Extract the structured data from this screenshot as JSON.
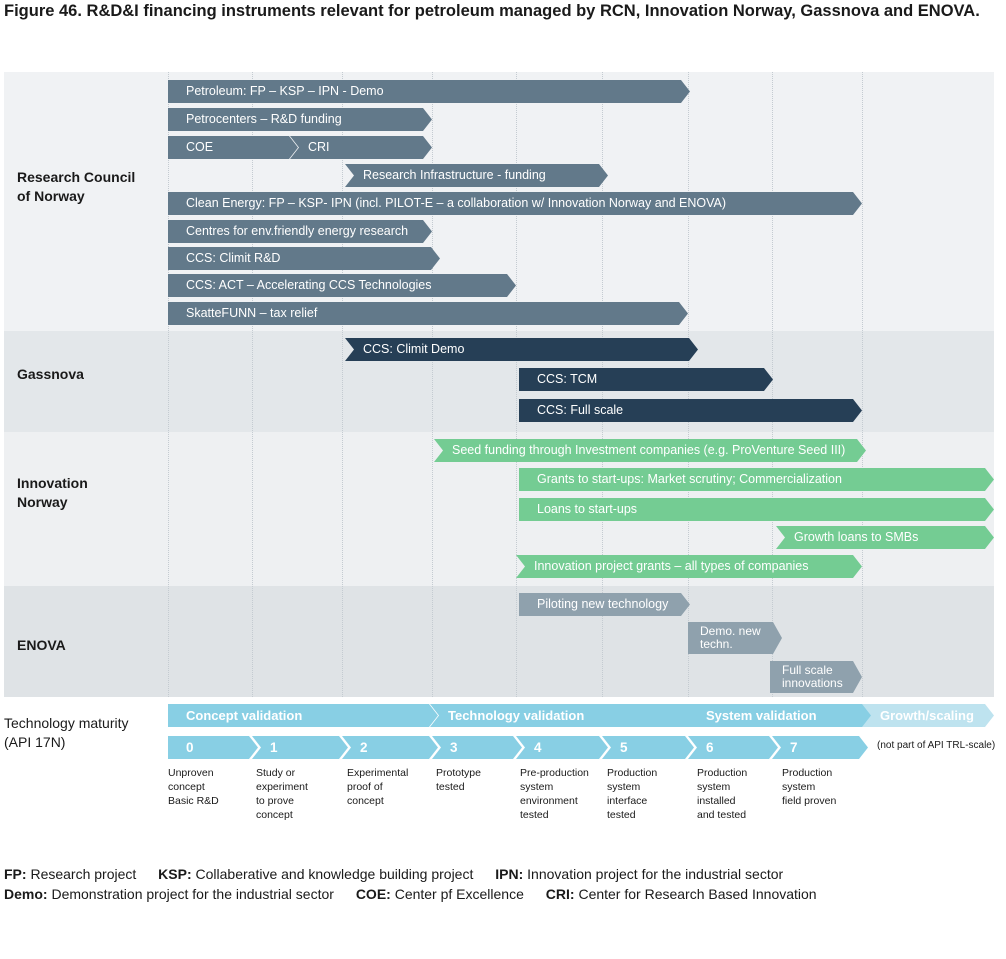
{
  "title": "Figure 46. R&D&I financing instruments relevant for petroleum managed by RCN, Innovation Norway, Gassnova and ENOVA.",
  "organizations": {
    "rcn": "Research Council\nof Norway",
    "gassnova": "Gassnova",
    "innovation": "Innovation\nNorway",
    "enova": "ENOVA"
  },
  "instruments": {
    "rcn_petroleum": "Petroleum: FP – KSP – IPN - Demo",
    "rcn_petrocenters": "Petrocenters – R&D funding",
    "rcn_coe": "COE",
    "rcn_cri": "CRI",
    "rcn_infra": "Research Infrastructure - funding",
    "rcn_clean_energy": "Clean Energy: FP – KSP- IPN (incl. PILOT-E – a collaboration w/ Innovation Norway and ENOVA)",
    "rcn_centres_env": "Centres for env.friendly energy research",
    "rcn_ccs_climit_rd": "CCS: Climit R&D",
    "rcn_ccs_act": "CCS: ACT – Accelerating CCS Technologies",
    "rcn_skattefunn": "SkatteFUNN – tax relief",
    "gas_climit_demo": "CCS: Climit Demo",
    "gas_tcm": "CCS: TCM",
    "gas_full_scale": "CCS: Full scale",
    "inn_seed": "Seed funding through Investment companies (e.g. ProVenture Seed III)",
    "inn_grants": "Grants to start-ups: Market scrutiny; Commercialization",
    "inn_loans": "Loans to start-ups",
    "inn_growth": "Growth loans to SMBs",
    "inn_project_grants": "Innovation project grants – all types of companies",
    "eno_piloting": "Piloting new technology",
    "eno_demo": "Demo. new\ntechn.",
    "eno_full_scale": "Full scale\ninnovations"
  },
  "maturity": {
    "label": "Technology maturity\n(API 17N)",
    "stages": [
      "Concept validation",
      "Technology validation",
      "System validation",
      "Growth/scaling"
    ],
    "levels": [
      "0",
      "1",
      "2",
      "3",
      "4",
      "5",
      "6",
      "7"
    ],
    "descriptions": [
      "Unproven\nconcept\nBasic R&D",
      "Study or\nexperiment\nto prove\nconcept",
      "Experimental\nproof of\nconcept",
      "Prototype\ntested",
      "Pre-production\nsystem\nenvironment\ntested",
      "Production\nsystem\ninterface\ntested",
      "Production\nsystem\ninstalled\nand tested",
      "Production\nsystem\nfield proven"
    ],
    "note": "(not part of API TRL-scale)"
  },
  "legend": {
    "fp_key": "FP:",
    "fp_text": "Research project",
    "ksp_key": "KSP:",
    "ksp_text": "Collaberative and knowledge building project",
    "ipn_key": "IPN:",
    "ipn_text": "Innovation project for the industrial sector",
    "demo_key": "Demo:",
    "demo_text": "Demonstration project for the industrial sector",
    "coe_key": "COE:",
    "coe_text": "Center pf Excellence",
    "cri_key": "CRI:",
    "cri_text": "Center for Research Based Innovation"
  },
  "colors": {
    "rcn_arrow": "#62798a",
    "gassnova_arrow": "#263f56",
    "innovation_arrow": "#74cc93",
    "enova_arrow": "#8fa1ad",
    "trl_arrow": "#88cfe4",
    "band_light": "#f0f2f4",
    "band_dark": "#e3e7ea"
  }
}
